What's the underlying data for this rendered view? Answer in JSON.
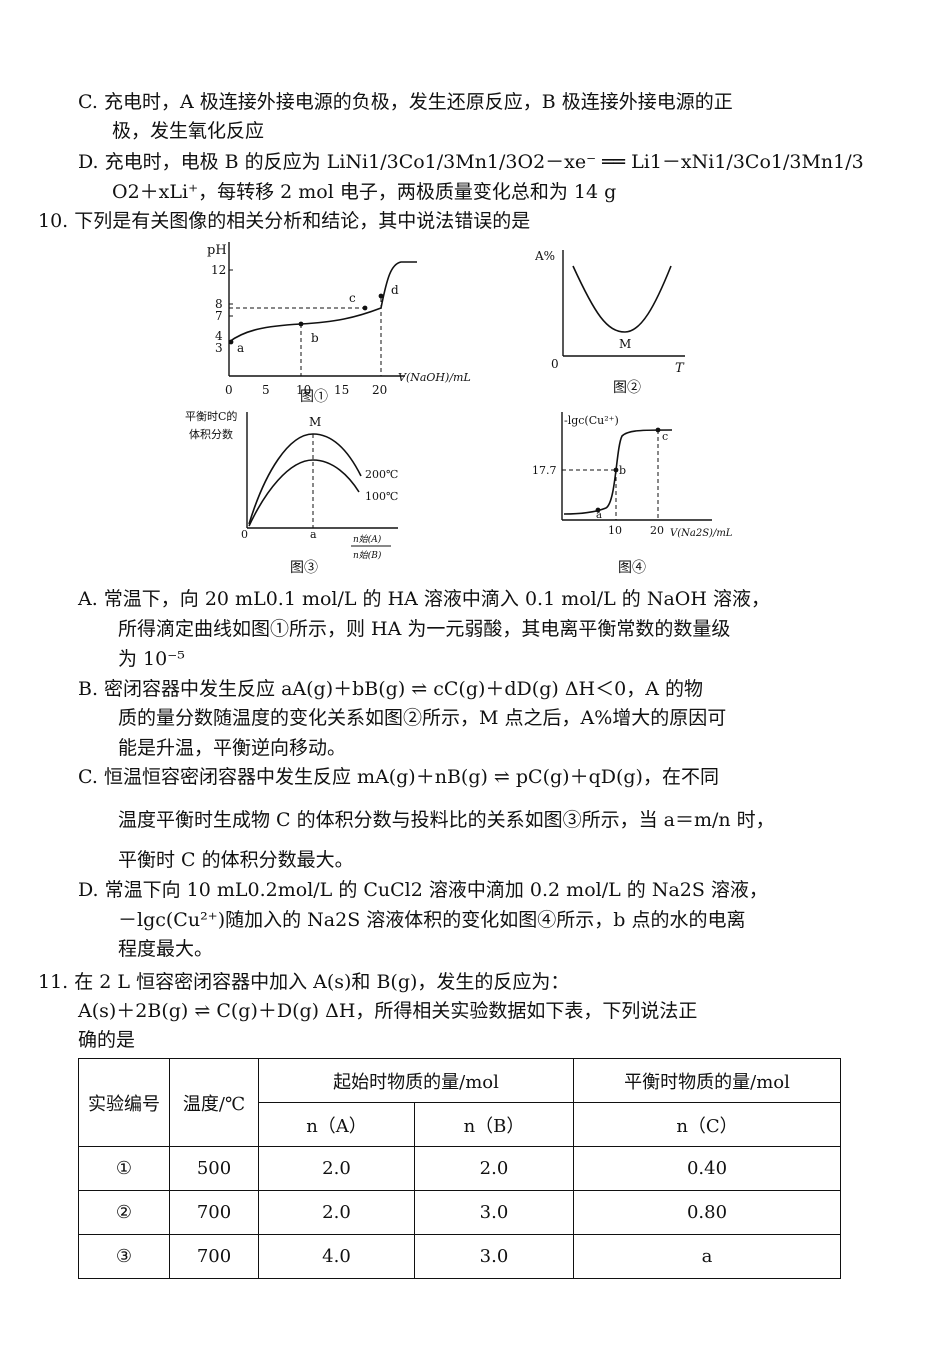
{
  "q9": {
    "C_1": "C. 充电时，A 极连接外接电源的负极，发生还原反应，B 极连接外接电源的正",
    "C_2": "极，发生氧化反应",
    "D_1": "D. 充电时，电极 B 的反应为 LiNi1/3Co1/3Mn1/3O2－xe⁻ ══ Li1－xNi1/3Co1/3Mn1/3",
    "D_2": "O2＋xLi⁺，每转移 2 mol 电子，两极质量变化总和为 14 g"
  },
  "q10": {
    "stem": "10. 下列是有关图像的相关分析和结论，其中说法错误的是",
    "fig1": {
      "caption": "图①",
      "ylabel": "pH",
      "xlabel": "V(NaOH)/mL",
      "yticks": [
        "12",
        "8",
        "7",
        "4",
        "3"
      ],
      "xticks": [
        "0",
        "5",
        "10",
        "15",
        "20"
      ],
      "points": [
        "a",
        "b",
        "c",
        "d"
      ]
    },
    "fig2": {
      "caption": "图②",
      "ylabel": "A%",
      "xlabel": "T",
      "origin": "0",
      "point": "M"
    },
    "fig3": {
      "caption": "图③",
      "ylabel_1": "平衡时C的",
      "ylabel_2": "体积分数",
      "point": "M",
      "xtick": "a",
      "origin": "0",
      "series": [
        "200℃",
        "100℃"
      ],
      "xlabel_num": "n始(A)",
      "xlabel_den": "n始(B)"
    },
    "fig4": {
      "caption": "图④",
      "ylabel": "-lgc(Cu²⁺)",
      "ytick": "17.7",
      "xticks": [
        "10",
        "20"
      ],
      "xlabel": "V(Na2S)/mL",
      "points": [
        "a",
        "b",
        "c"
      ]
    },
    "A_1": "A. 常温下，向 20 mL0.1 mol/L 的 HA 溶液中滴入 0.1 mol/L 的 NaOH 溶液，",
    "A_2": "所得滴定曲线如图①所示，则 HA 为一元弱酸，其电离平衡常数的数量级",
    "A_3": "为 10⁻⁵",
    "B_1": "B. 密闭容器中发生反应 aA(g)＋bB(g) ⇌ cC(g)＋dD(g)  ΔH＜0，A 的物",
    "B_2": "质的量分数随温度的变化关系如图②所示，M 点之后，A%增大的原因可",
    "B_3": "能是升温，平衡逆向移动。",
    "C_1": "C. 恒温恒容密闭容器中发生反应 mA(g)＋nB(g) ⇌ pC(g)＋qD(g)，在不同",
    "C_2": "温度平衡时生成物 C 的体积分数与投料比的关系如图③所示，当 a＝m/n 时，",
    "C_3": "平衡时 C 的体积分数最大。",
    "D_1": "D. 常温下向 10 mL0.2mol/L 的 CuCl2 溶液中滴加 0.2 mol/L 的 Na2S 溶液，",
    "D_2": "－lgc(Cu²⁺)随加入的 Na2S 溶液体积的变化如图④所示，b 点的水的电离",
    "D_3": "程度最大。"
  },
  "q11": {
    "stem_1": "11. 在 2 L 恒容密闭容器中加入 A(s)和 B(g)，发生的反应为：",
    "stem_2": "A(s)＋2B(g) ⇌ C(g)＋D(g)  ΔH，所得相关实验数据如下表，下列说法正",
    "stem_3": "确的是",
    "table": {
      "h_id": "实验编号",
      "h_temp": "温度/℃",
      "h_start": "起始时物质的量/mol",
      "h_eq": "平衡时物质的量/mol",
      "h_nA": "n（A）",
      "h_nB": "n（B）",
      "h_nC": "n（C）",
      "rows": [
        {
          "id": "①",
          "temp": "500",
          "nA": "2.0",
          "nB": "2.0",
          "nC": "0.40"
        },
        {
          "id": "②",
          "temp": "700",
          "nA": "2.0",
          "nB": "3.0",
          "nC": "0.80"
        },
        {
          "id": "③",
          "temp": "700",
          "nA": "4.0",
          "nB": "3.0",
          "nC": "a"
        }
      ]
    }
  }
}
